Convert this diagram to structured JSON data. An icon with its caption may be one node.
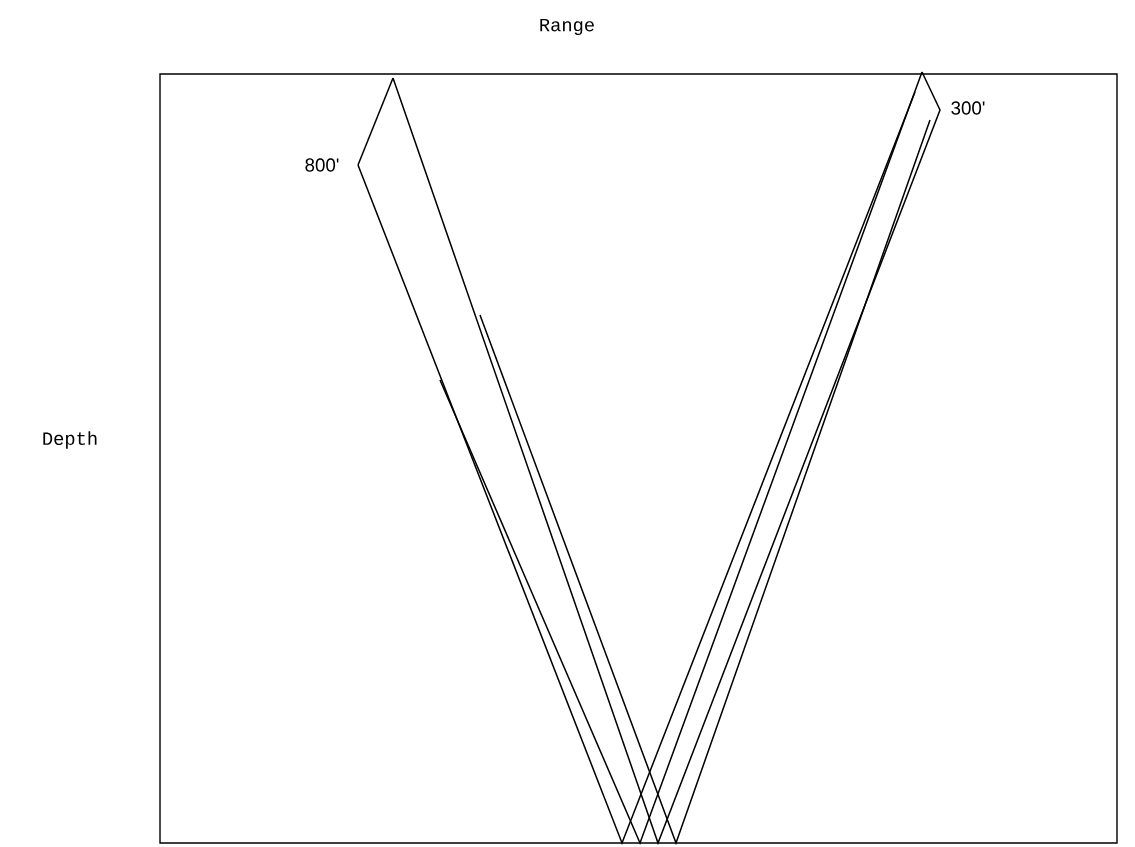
{
  "diagram": {
    "labels": [
      "Range",
      "800'",
      "300'",
      "Depth"
    ]
  }
}
